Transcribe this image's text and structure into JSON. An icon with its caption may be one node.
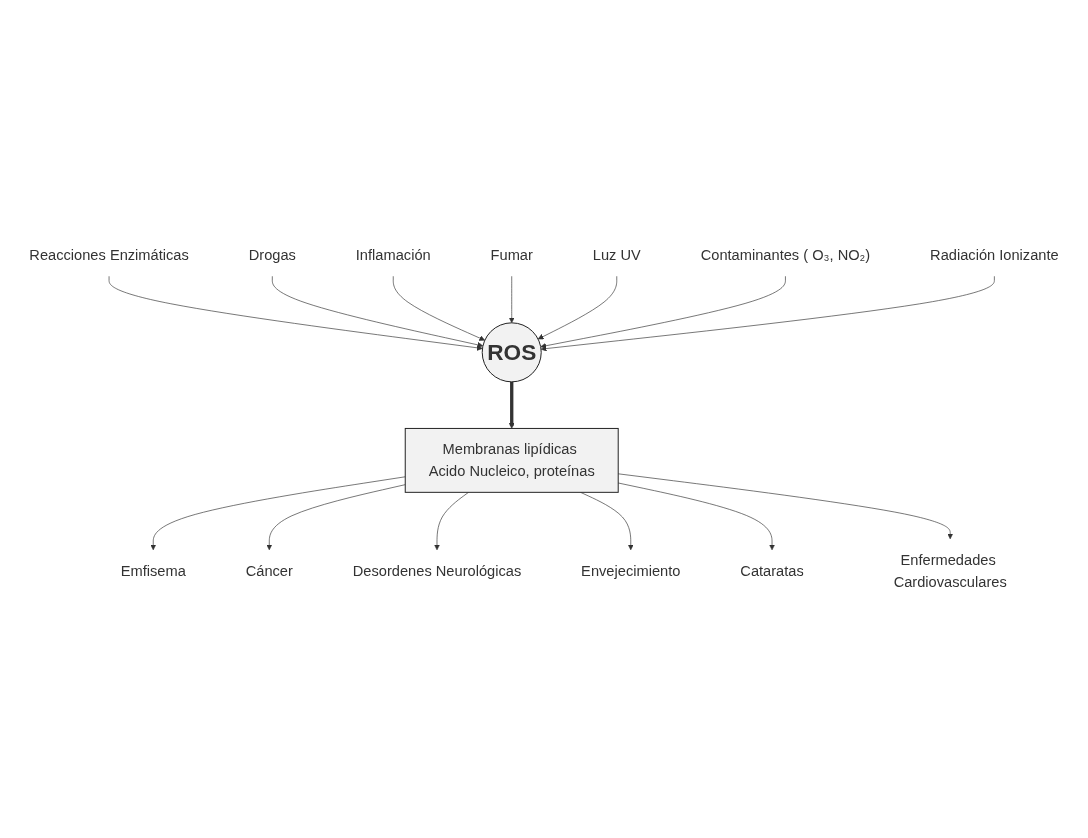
{
  "diagram": {
    "nodes": [
      {
        "text": [
          "Reacciones Enzimáticas"
        ]
      },
      {
        "text": [
          "Drogas"
        ]
      },
      {
        "text": [
          "Inflamación"
        ]
      },
      {
        "text": [
          "Fumar"
        ]
      },
      {
        "text": [
          "ROS"
        ]
      },
      {
        "text": [
          "Luz UV"
        ]
      },
      {
        "text": [
          "Contaminantes ( O₃, NO₂)"
        ]
      },
      {
        "text": [
          "Radiación Ionizante"
        ]
      },
      {
        "text": [
          "Membranas lipídicas Acido Nucleico, proteínas"
        ]
      },
      {
        "text": [
          "Emfisema"
        ]
      },
      {
        "text": [
          "Cáncer"
        ]
      },
      {
        "text": [
          "Desordenes Neurológicas"
        ]
      },
      {
        "text": [
          "Enfermedades Cardiovasculares"
        ]
      },
      {
        "text": [
          "Envejecimiento"
        ]
      },
      {
        "text": [
          "Cataratas"
        ]
      }
    ],
    "edges": [
      {
        "from": 0,
        "to": 4,
        "arrow": "to"
      },
      {
        "from": 1,
        "to": 4,
        "arrow": "to"
      },
      {
        "from": 2,
        "to": 4,
        "arrow": "to"
      },
      {
        "from": 3,
        "to": 4,
        "arrow": "to"
      },
      {
        "from": 5,
        "to": 4,
        "arrow": "to"
      },
      {
        "from": 6,
        "to": 4,
        "arrow": "to"
      },
      {
        "from": 7,
        "to": 4,
        "arrow": "to"
      },
      {
        "from": 4,
        "to": 8,
        "arrow": "to",
        "style": "thick"
      },
      {
        "from": 8,
        "to": 9,
        "arrow": "to"
      },
      {
        "from": 8,
        "to": 10,
        "arrow": "to"
      },
      {
        "from": 8,
        "to": 11,
        "arrow": "to"
      },
      {
        "from": 8,
        "to": 13,
        "arrow": "to"
      },
      {
        "from": 8,
        "to": 14,
        "arrow": "to"
      },
      {
        "from": 8,
        "to": 12,
        "arrow": "to"
      }
    ]
  }
}
